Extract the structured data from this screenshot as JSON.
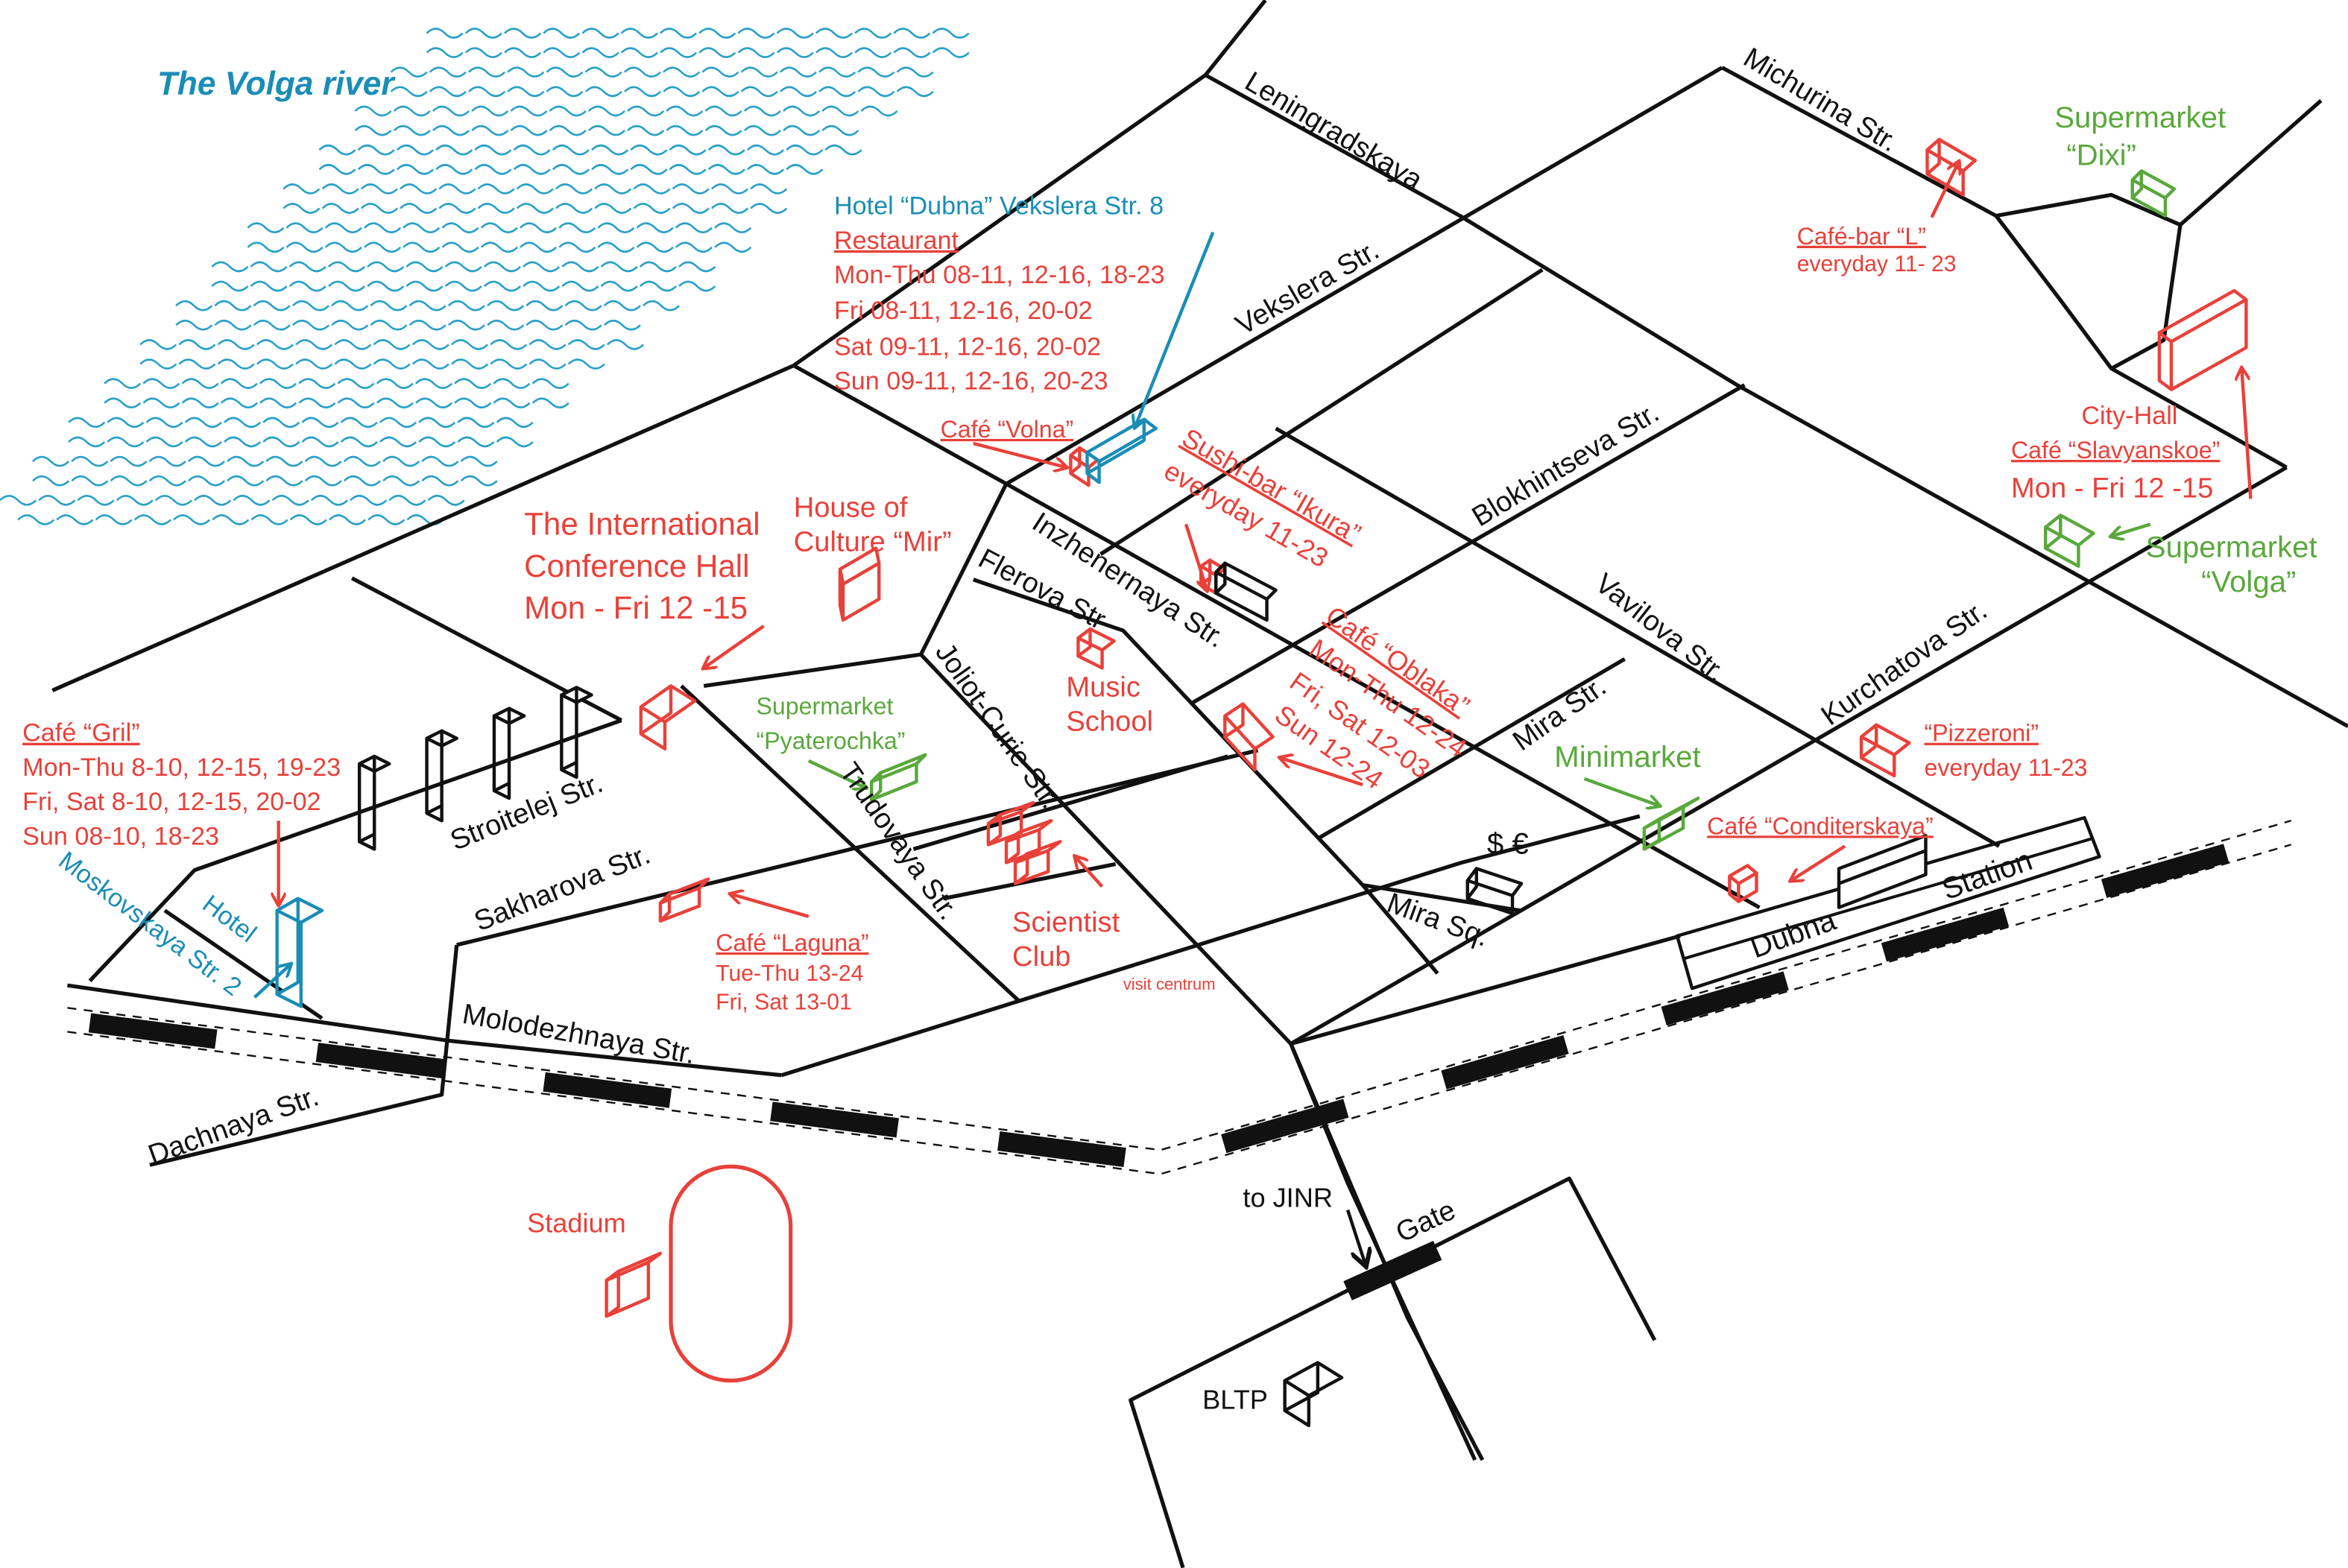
{
  "colors": {
    "red": "#e8413a",
    "blue": "#1a8db5",
    "green": "#5aa83c",
    "black": "#111111",
    "water": "#2aa0c8"
  },
  "river": {
    "label": "The  Volga river"
  },
  "streets": {
    "leningradskaya": "Leningradskaya",
    "michurina": "Michurina Str.",
    "vekslera": "Vekslera Str.",
    "blokhintseva": "Blokhintseva Str.",
    "vavilova": "Vavilova Str.",
    "kurchatova": "Kurchatova Str.",
    "mira": "Mira Str.",
    "mira_sq": "Mira Sq.",
    "inzhenernaya": "Inzhenernaya Str.",
    "flerova": "Flerova Str",
    "joliot_curie": "Joliot-Curie Str.",
    "trudovaya": "Trudovaya Str.",
    "stroitelej": "Stroitelej Str.",
    "sakharova": "Sakharova Str.",
    "molodezhnaya": "Molodezhnaya Str.",
    "dachnaya": "Dachnaya Str.",
    "moskovskaya": "Moskovskaya Str. 2"
  },
  "places": {
    "hotel_dubna": {
      "title": "Hotel  “Dubna”  Vekslera  Str.  8",
      "restaurant": "Restaurant",
      "hours": [
        "Mon-Thu 08-11, 12-16, 18-23",
        "Fri  08-11, 12-16, 20-02",
        "Sat  09-11, 12-16, 20-02",
        "Sun 09-11, 12-16, 20-23"
      ]
    },
    "cafe_volna": "Café “Volna”",
    "sushi_bar": {
      "name": "Sushi-bar “Ikura”",
      "hours": "everyday 11-23"
    },
    "conference_hall": [
      "The International",
      "Conference Hall",
      "Mon - Fri  12 -15"
    ],
    "house_of_culture": [
      "House of",
      "Culture “Mir”"
    ],
    "music_school": [
      "Music",
      "School"
    ],
    "cafe_oblaka": {
      "name": "Café “Oblaka”",
      "hours": [
        "Mon-Thu 12-24",
        "Fri, Sat 12-03",
        "Sun  12-24"
      ]
    },
    "cafe_gril": {
      "name": "Café “Gril”",
      "hours": [
        "Mon-Thu  8-10, 12-15, 19-23",
        "Fri, Sat   8-10, 12-15, 20-02",
        "Sun 08-10, 18-23"
      ]
    },
    "hotel_moskovskaya": "Hotel",
    "pyaterochka": [
      "Supermarket",
      "“Pyaterochka”"
    ],
    "scientist_club": [
      "Scientist",
      "Club"
    ],
    "cafe_laguna": {
      "name": "Café “Laguna”",
      "hours": [
        "Tue-Thu 13-24",
        "Fri, Sat 13-01"
      ]
    },
    "visit_centrum": "visit centrum",
    "exchange": "$ €",
    "minimarket": "Minimarket",
    "cafe_conditerskaya": "Café “Conditerskaya”",
    "station": [
      "Dubna",
      "Station"
    ],
    "pizzeroni": {
      "name": "“Pizzeroni”",
      "hours": "everyday 11-23"
    },
    "cafe_bar_l": {
      "name": "Café-bar “L”",
      "hours": "everyday 11- 23"
    },
    "dixi": [
      "Supermarket",
      "“Dixi”"
    ],
    "city_hall": {
      "name": "City-Hall",
      "cafe": "Café “Slavyanskoe”",
      "hours": "Mon - Fri  12 -15"
    },
    "supermarket_volga": [
      "Supermarket",
      "“Volga”"
    ],
    "stadium": "Stadium",
    "to_jinr": "to JINR",
    "gate": "Gate",
    "bltp": "BLTP"
  }
}
